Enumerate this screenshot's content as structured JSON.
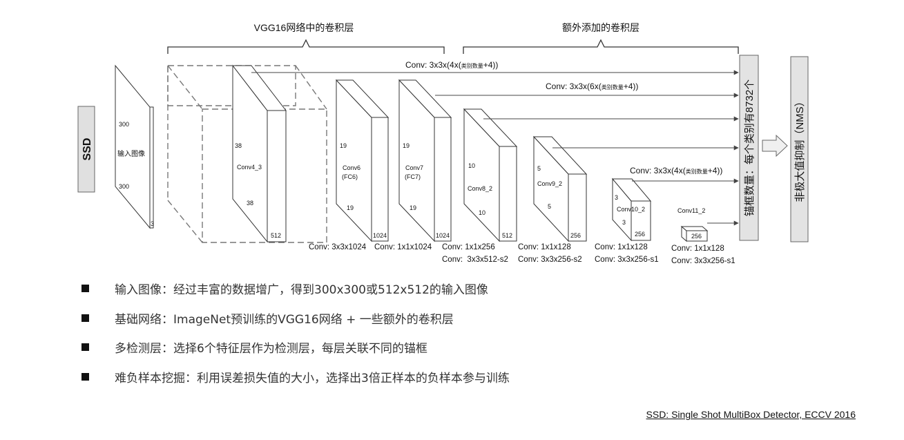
{
  "diagram": {
    "brace_vgg": "VGG16网络中的卷积层",
    "brace_extra": "额外添加的卷积层",
    "ssd_label": "SSD",
    "input": {
      "top": "300",
      "name": "输入图像",
      "side": "300",
      "depth": "3"
    },
    "conv4_3": {
      "top": "38",
      "name": "Conv4_3",
      "side": "38",
      "depth": "512"
    },
    "conv6": {
      "top": "19",
      "name1": "Conv6",
      "name2": "(FC6)",
      "side": "19",
      "depth": "1024"
    },
    "conv7": {
      "top": "19",
      "name1": "Conv7",
      "name2": "(FC7)",
      "side": "19",
      "depth": "1024"
    },
    "conv8_2": {
      "top": "10",
      "name": "Conv8_2",
      "side": "10",
      "depth": "512"
    },
    "conv9_2": {
      "top": "5",
      "name": "Conv9_2",
      "side": "5",
      "depth": "256"
    },
    "conv10_2": {
      "top": "3",
      "name": "Conv10_2",
      "side": "3",
      "depth": "256"
    },
    "conv11_2": {
      "name": "Conv11_2",
      "depth": "256"
    },
    "pred_top_a": "Conv: 3x3x(4x(",
    "pred_top_b": "类别数量",
    "pred_top_c": "+4))",
    "pred_mid_a": "Conv: 3x3x(6x(",
    "pred_mid_b": "类别数量",
    "pred_mid_c": "+4))",
    "pred_low_a": "Conv: 3x3x(4x(",
    "pred_low_b": "类别数量",
    "pred_low_c": "+4))",
    "op_conv6": "Conv: 3x3x1024",
    "op_conv7": "Conv: 1x1x1024",
    "op_conv8_a": "Conv: 1x1x256",
    "op_conv8_b": "Conv:  3x3x512-s2",
    "op_conv9_a": "Conv: 1x1x128",
    "op_conv9_b": "Conv: 3x3x256-s2",
    "op_conv10_a": "Conv: 1x1x128",
    "op_conv10_b": "Conv: 3x3x256-s1",
    "op_conv11_a": "Conv: 1x1x128",
    "op_conv11_b": "Conv: 3x3x256-s1",
    "anchor_box": "锚框数量：每个类别有8732个",
    "nms_box": "非极大值抑制（NMS）"
  },
  "bullets": [
    "输入图像：经过丰富的数据增广，得到300x300或512x512的输入图像",
    "基础网络：ImageNet预训练的VGG16网络 + 一些额外的卷积层",
    "多检测层：选择6个特征层作为检测层，每层关联不同的锚框",
    "难负样本挖掘：利用误差损失值的大小，选择出3倍正样本的负样本参与训练"
  ],
  "citation": "SSD: Single Shot MultiBox Detector, ECCV 2016"
}
